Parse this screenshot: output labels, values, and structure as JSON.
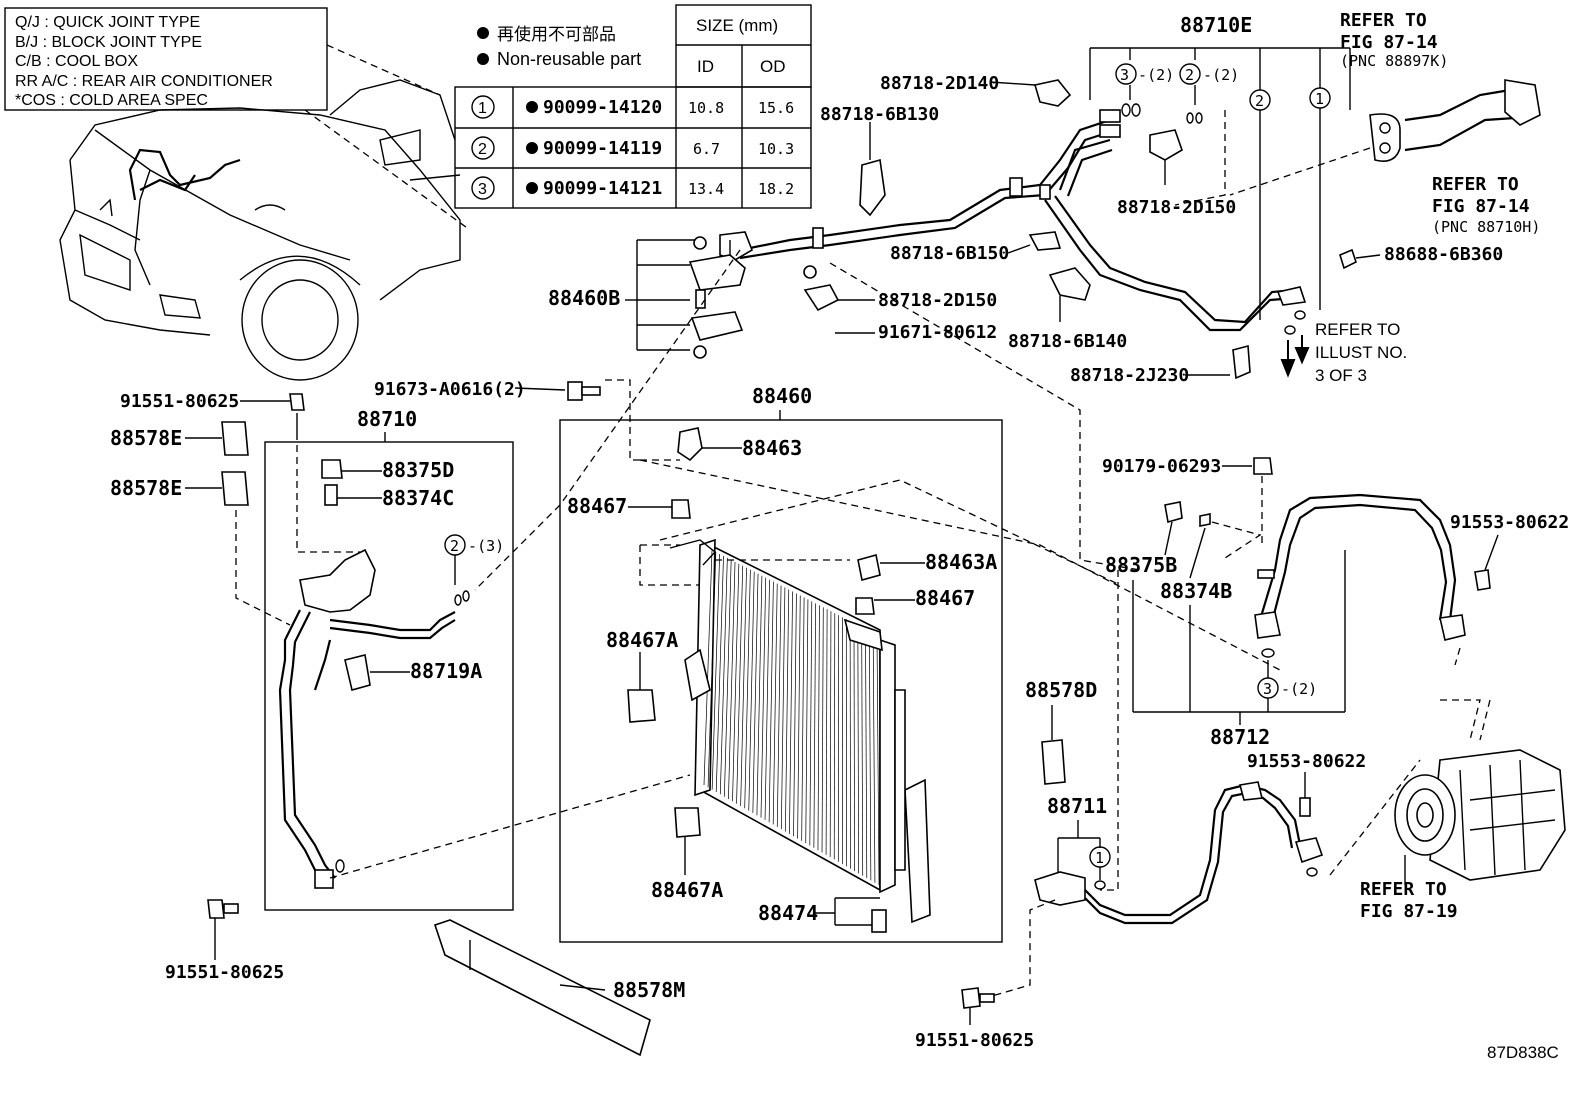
{
  "legend": {
    "lines": [
      "Q/J  :  QUICK JOINT TYPE",
      "B/J  :  BLOCK JOINT TYPE",
      "C/B  :  COOL BOX",
      "RR A/C  :  REAR AIR CONDITIONER",
      "*COS  :  COLD AREA SPEC"
    ]
  },
  "oring_table": {
    "note_jp": "再使用不可部品",
    "note_en": "Non-reusable part",
    "size_header": "SIZE (mm)",
    "id_header": "ID",
    "od_header": "OD",
    "rows": [
      {
        "no": "1",
        "part": "90099-14120",
        "id": "10.8",
        "od": "15.6"
      },
      {
        "no": "2",
        "part": "90099-14119",
        "id": "6.7",
        "od": "10.3"
      },
      {
        "no": "3",
        "part": "90099-14121",
        "id": "13.4",
        "od": "18.2"
      }
    ]
  },
  "refs": {
    "fig87_14_a": [
      "REFER TO",
      "FIG 87-14",
      "(PNC 88897K)"
    ],
    "fig87_14_b": [
      "REFER TO",
      "FIG 87-14",
      "(PNC 88710H)"
    ],
    "illust3": [
      "REFER TO",
      "ILLUST NO.",
      "3 OF 3"
    ],
    "fig87_19": [
      "REFER TO",
      "FIG 87-19"
    ]
  },
  "labels": {
    "p88710E": "88710E",
    "p88718_2D140": "88718-2D140",
    "p88718_6B130": "88718-6B130",
    "p88718_2D150a": "88718-2D150",
    "p88718_6B150": "88718-6B150",
    "p88688_6B360": "88688-6B360",
    "p88460B": "88460B",
    "p88718_2D150b": "88718-2D150",
    "p88718_6B140": "88718-6B140",
    "p91671_80612": "91671-80612",
    "p88718_2J230": "88718-2J230",
    "p91673_A0616": "91673-A0616(2)",
    "p91551_80625a": "91551-80625",
    "p88710": "88710",
    "p88460": "88460",
    "p88578Ea": "88578E",
    "p88375D": "88375D",
    "p88463": "88463",
    "p88374C": "88374C",
    "p88578Eb": "88578E",
    "p90179_06293": "90179-06293",
    "p88467a": "88467",
    "p91553_80622a": "91553-80622",
    "p88463A": "88463A",
    "p88375B": "88375B",
    "p88467b": "88467",
    "p88374B": "88374B",
    "p88467Aa": "88467A",
    "p88719A": "88719A",
    "p88578D": "88578D",
    "p88712": "88712",
    "p91553_80622b": "91553-80622",
    "p88711": "88711",
    "p88467Ab": "88467A",
    "p88474": "88474",
    "p91551_80625b": "91551-80625",
    "p88578M": "88578M",
    "p91551_80625c": "91551-80625",
    "q3_2a": "3 -(2)",
    "q2_2a": "2 -(2)",
    "q2_3": "2 -(3)",
    "q3_2b": "3 -(2)",
    "c1": "1",
    "c2": "2",
    "c1b": "1",
    "diagram_id": "87D838C"
  }
}
